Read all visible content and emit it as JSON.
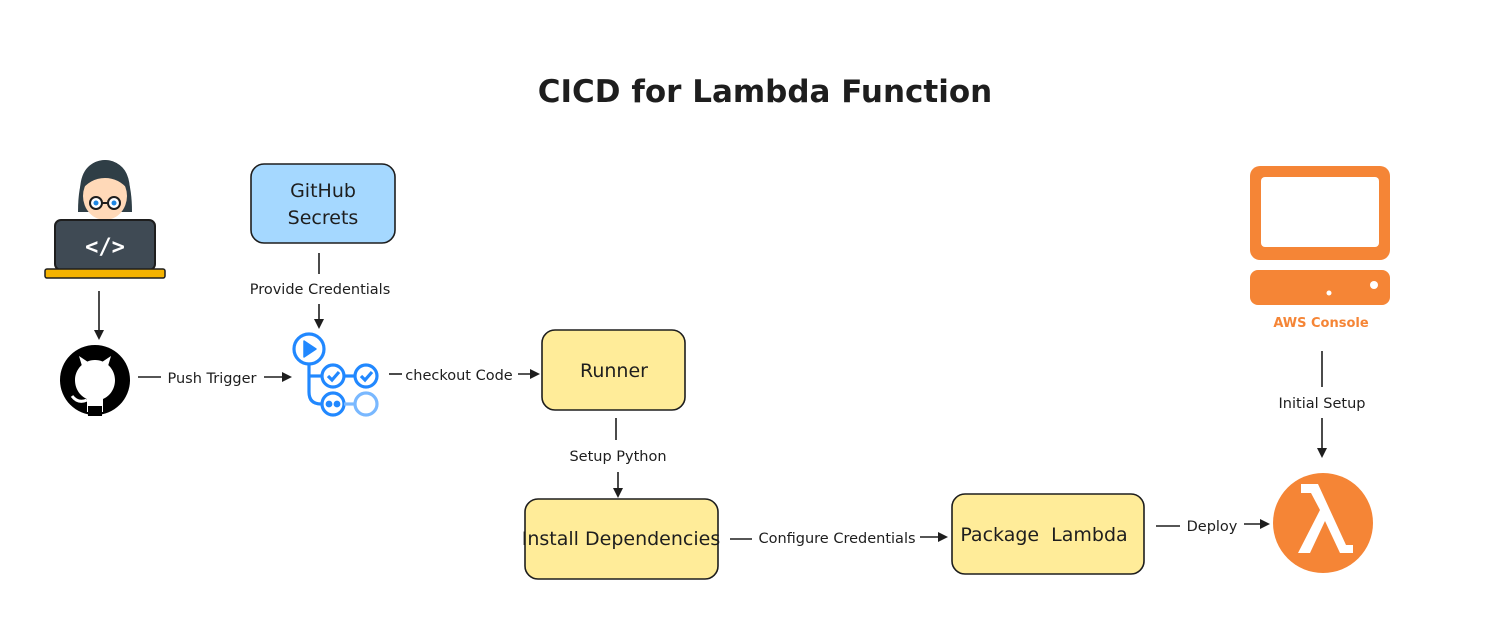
{
  "title": "CICD for Lambda Function",
  "nodes": {
    "developer": {
      "icon": "developer-laptop-icon"
    },
    "github": {
      "icon": "github-icon"
    },
    "github_secrets": {
      "label_line1": "GitHub",
      "label_line2": "Secrets"
    },
    "github_actions": {
      "icon": "github-actions-workflow-icon"
    },
    "runner": {
      "label": "Runner"
    },
    "install_dependencies": {
      "label": "Install Dependencies"
    },
    "package_lambda": {
      "label": "Package  Lambda"
    },
    "aws_console": {
      "icon": "computer-console-icon",
      "label": "AWS Console"
    },
    "lambda": {
      "icon": "aws-lambda-icon"
    }
  },
  "edges": {
    "provide_credentials": "Provide Credentials",
    "push_trigger": "Push Trigger",
    "checkout_code": "checkout Code",
    "setup_python": "Setup Python",
    "configure_credentials": "Configure Credentials",
    "deploy": "Deploy",
    "initial_setup": "Initial Setup"
  },
  "colors": {
    "secrets_fill": "#a5d8ff",
    "step_fill": "#ffec99",
    "aws_orange": "#f58536",
    "actions_blue": "#2188ff",
    "stroke": "#1e1e1e"
  }
}
